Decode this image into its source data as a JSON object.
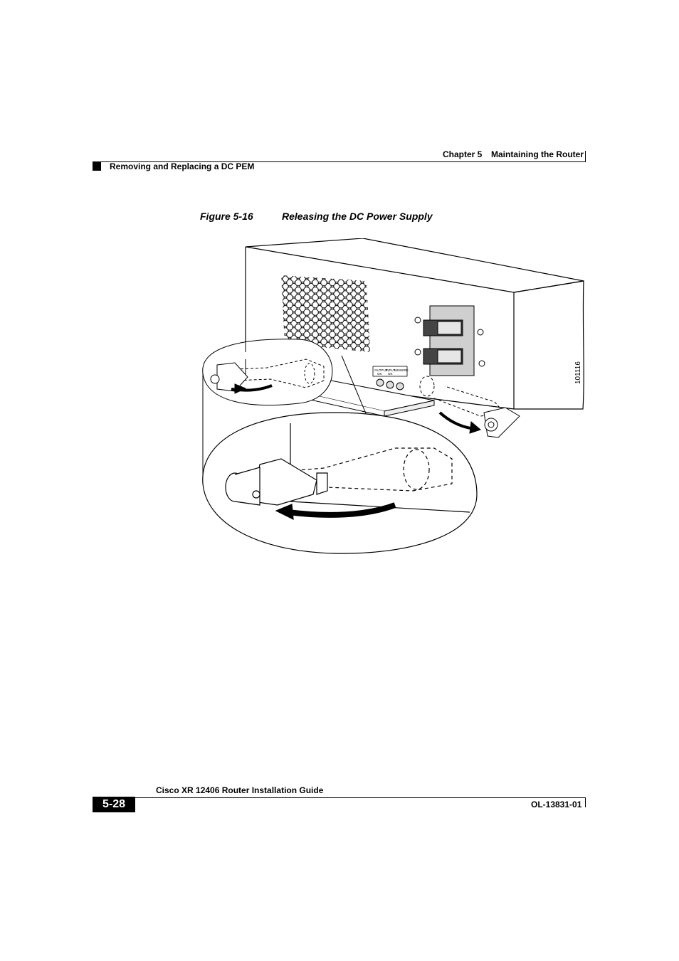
{
  "header": {
    "chapter": "Chapter 5",
    "chapter_title": "Maintaining the Router",
    "section": "Removing and Replacing a DC PEM"
  },
  "figure": {
    "number": "Figure 5-16",
    "title": "Releasing the DC Power Supply",
    "art_id": "101116",
    "panel_labels": [
      "OUTPUT",
      "INPUT",
      "MISWIRE"
    ],
    "panel_sublabels": [
      "OK",
      "OK"
    ]
  },
  "footer": {
    "guide_title": "Cisco XR 12406 Router Installation Guide",
    "page_number": "5-28",
    "doc_number": "OL-13831-01"
  }
}
